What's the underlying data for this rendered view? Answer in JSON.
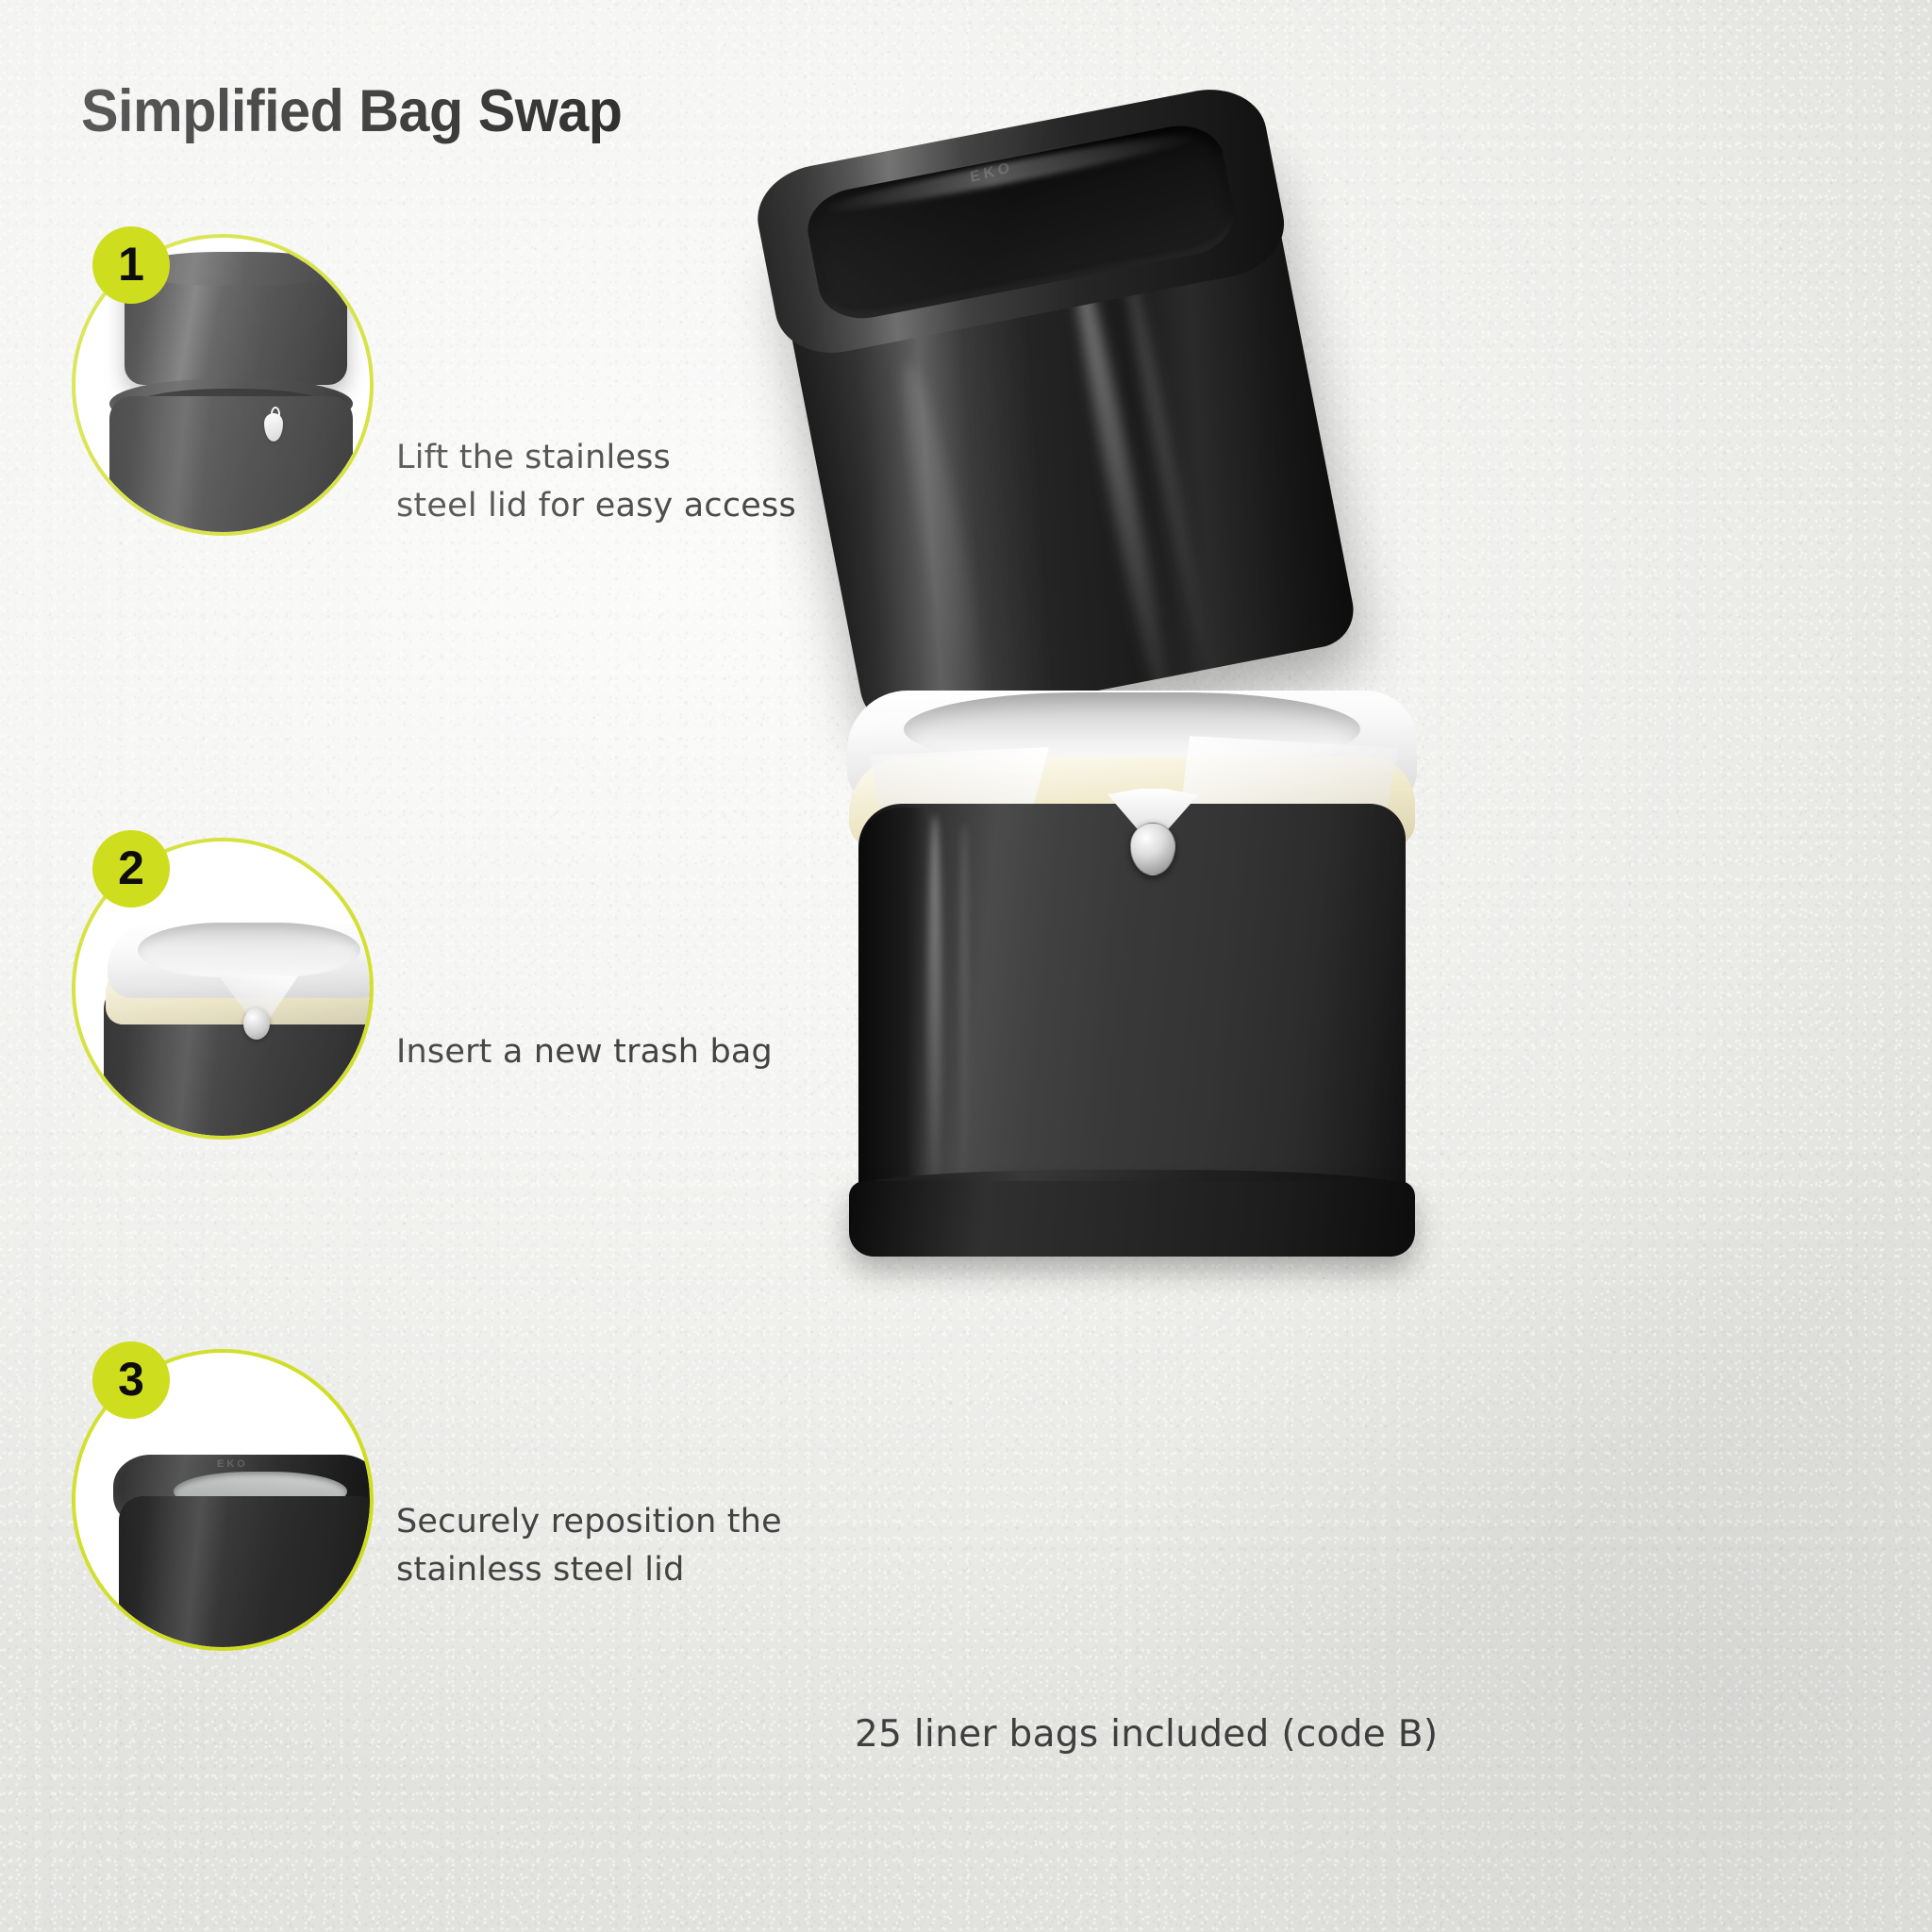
{
  "page": {
    "title": "Simplified Bag Swap",
    "caption": "25 liner bags included (code B)",
    "brand_emboss": "EKO"
  },
  "colors": {
    "accent_lime": "#cfdd1f",
    "text_dark": "#434343",
    "title_black": "#101010",
    "background": "#f4f4f2",
    "product_black": "#2b2b2b",
    "liner_white": "#ffffff",
    "liner_cream": "#f0e9cd"
  },
  "steps": [
    {
      "number": "1",
      "text_line_1": "Lift the stainless",
      "text_line_2": "steel lid for easy access",
      "illustration": "lid-lifted-off-bin"
    },
    {
      "number": "2",
      "text_line_1": "Insert a new trash bag",
      "text_line_2": "",
      "illustration": "bin-with-new-liner-bag"
    },
    {
      "number": "3",
      "text_line_1": "Securely reposition the",
      "text_line_2": "stainless steel lid",
      "illustration": "lid-placed-back-on-bin"
    }
  ],
  "hero": {
    "lid_label": "stainless-steel-lid",
    "base_label": "trash-bin-base-with-liner",
    "cinch_label": "bag-cinch-button"
  }
}
